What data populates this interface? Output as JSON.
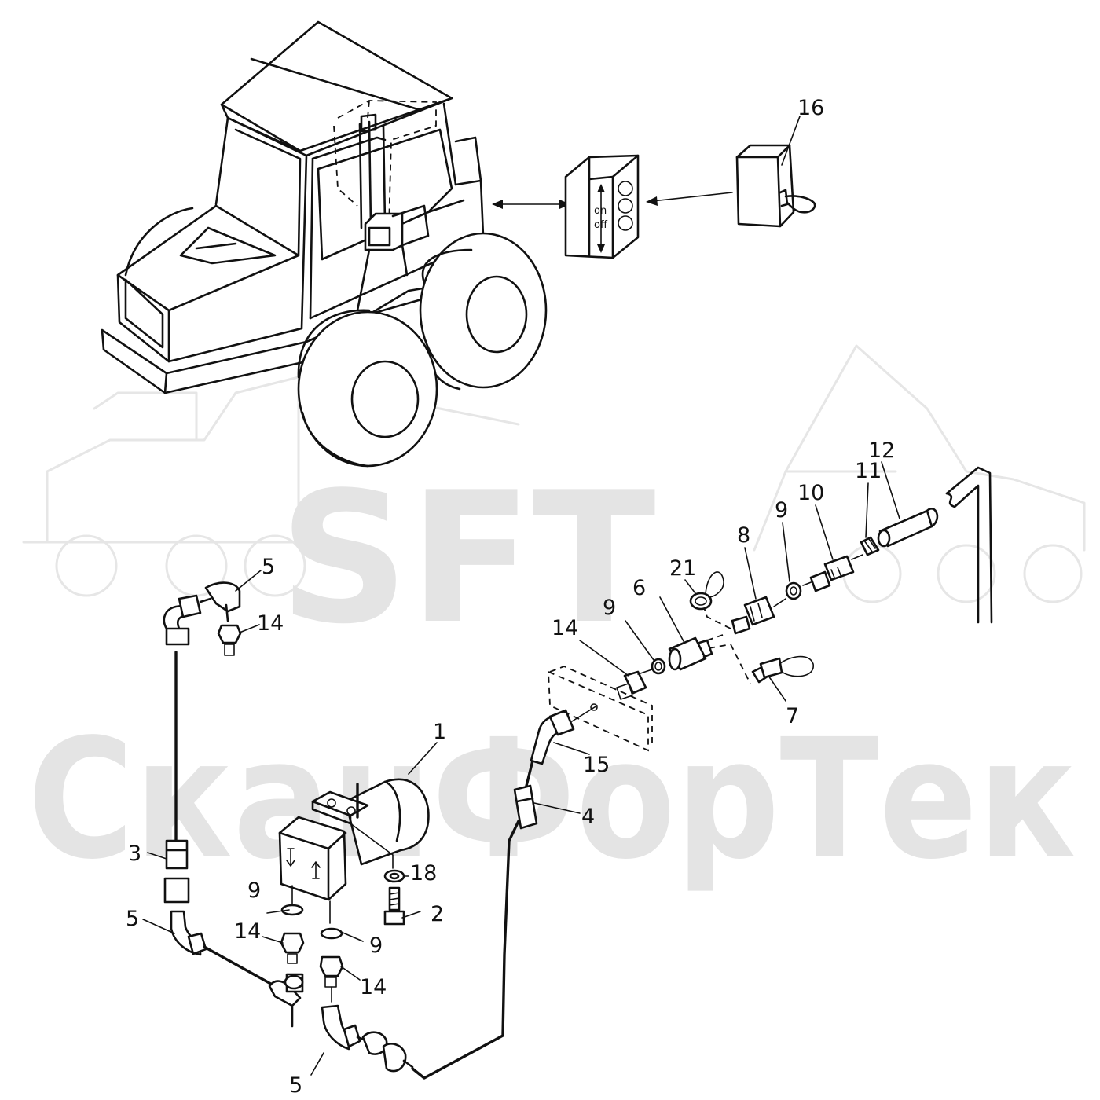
{
  "watermark": {
    "logo": "SFT",
    "company": "СканФорТек"
  },
  "panel": {
    "on_label": "on",
    "off_label": "off"
  },
  "callouts": {
    "c16": "16",
    "c1": "1",
    "c2": "2",
    "c3": "3",
    "c4": "4",
    "c5a": "5",
    "c5b": "5",
    "c5c": "5",
    "c6": "6",
    "c7": "7",
    "c8": "8",
    "c9a": "9",
    "c9b": "9",
    "c9c": "9",
    "c9d": "9",
    "c10": "10",
    "c11": "11",
    "c12": "12",
    "c14a": "14",
    "c14b": "14",
    "c14c": "14",
    "c14d": "14",
    "c15": "15",
    "c18": "18",
    "c21": "21"
  }
}
